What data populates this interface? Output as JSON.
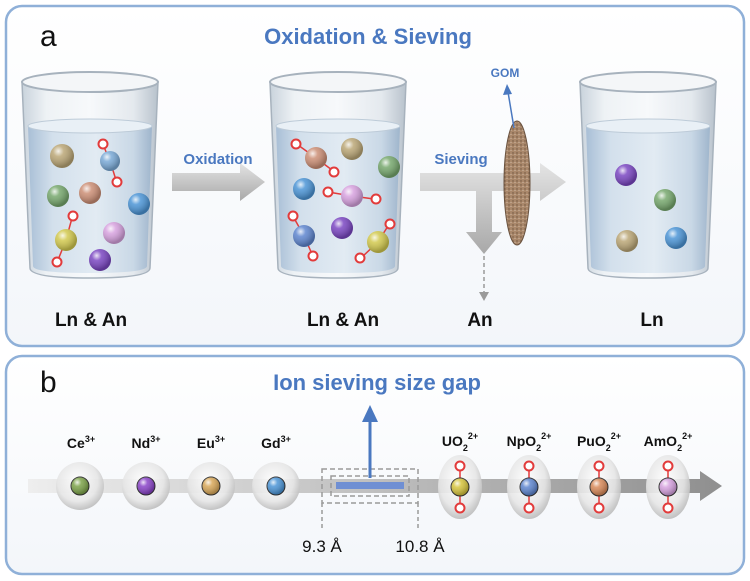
{
  "panel_a": {
    "letter": "a",
    "title": "Oxidation & Sieving",
    "steps": {
      "oxidation": "Oxidation",
      "sieving": "Sieving"
    },
    "gom_label": "GOM",
    "captions": [
      "Ln & An",
      "Ln & An",
      "An",
      "Ln"
    ]
  },
  "panel_b": {
    "letter": "b",
    "title": "Ion sieving size gap",
    "lanthanides": [
      {
        "base": "Ce",
        "sup": "3+",
        "color": "#7da34a"
      },
      {
        "base": "Nd",
        "sup": "3+",
        "color": "#8a44c8"
      },
      {
        "base": "Eu",
        "sup": "3+",
        "color": "#d8a85a"
      },
      {
        "base": "Gd",
        "sup": "3+",
        "color": "#4c95d6"
      }
    ],
    "actinyls": [
      {
        "base": "UO",
        "sub": "2",
        "sup": "2+",
        "color": "#d6c43e"
      },
      {
        "base": "NpO",
        "sub": "2",
        "sup": "2+",
        "color": "#5f86cf"
      },
      {
        "base": "PuO",
        "sub": "2",
        "sup": "2+",
        "color": "#d88a5a"
      },
      {
        "base": "AmO",
        "sub": "2",
        "sup": "2+",
        "color": "#d6a2df"
      }
    ],
    "gap_min": "9.3 Å",
    "gap_max": "10.8 Å"
  },
  "colors": {
    "accent": "#4a78c0",
    "panel_border": "#8fb0d8",
    "oxygen": "#e23b3b"
  }
}
